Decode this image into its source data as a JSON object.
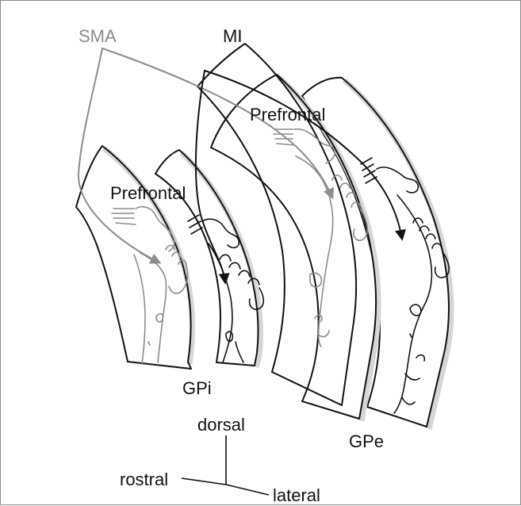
{
  "labels": {
    "sma": "SMA",
    "mi": "MI",
    "prefrontal_caudal": "Prefrontal",
    "prefrontal_rostral": "Prefrontal",
    "gpi": "GPi",
    "gpe": "GPe"
  },
  "orientation": {
    "dorsal": "dorsal",
    "rostral": "rostral",
    "lateral": "lateral"
  },
  "colors": {
    "ink": "#111111",
    "projection_gray": "#8c8c8c",
    "shadow": "#d6d6d6"
  }
}
